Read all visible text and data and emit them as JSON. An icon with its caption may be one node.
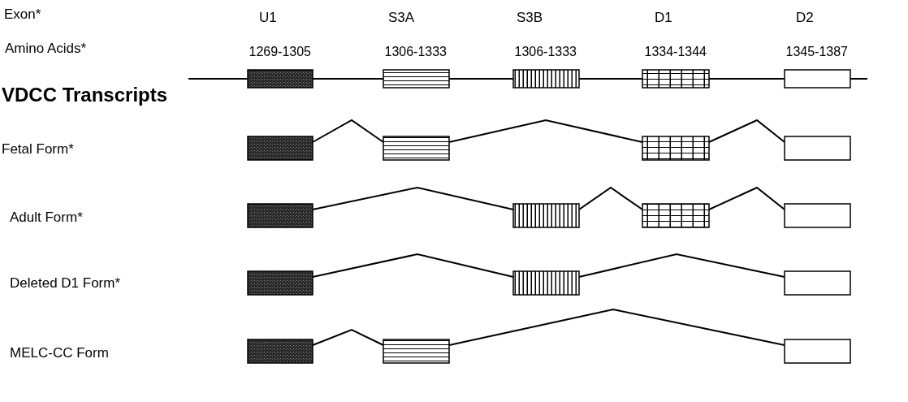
{
  "diagram": {
    "nodes": [
      {
        "text": [],
        "shape": "box"
      },
      {
        "text": [],
        "shape": "box"
      },
      {
        "text": [],
        "shape": "box"
      },
      {
        "text": [],
        "shape": "box"
      },
      {
        "text": [],
        "shape": "box"
      },
      {
        "text": [],
        "shape": "box"
      },
      {
        "text": [],
        "shape": "box"
      },
      {
        "text": [],
        "shape": "box"
      },
      {
        "text": [],
        "shape": "box"
      },
      {
        "text": [],
        "shape": "box"
      },
      {
        "text": [],
        "shape": "box"
      },
      {
        "text": [],
        "shape": "box"
      },
      {
        "text": [],
        "shape": "box"
      },
      {
        "text": [],
        "shape": "box"
      },
      {
        "text": [],
        "shape": "box"
      },
      {
        "text": [],
        "shape": "box"
      },
      {
        "text": [],
        "shape": "box"
      },
      {
        "text": [],
        "shape": "box"
      },
      {
        "text": [],
        "shape": "box"
      }
    ],
    "edges": [
      {
        "from": null,
        "to": 0,
        "arrow": "none"
      },
      {
        "from": 0,
        "to": 1,
        "arrow": "none"
      },
      {
        "from": 1,
        "to": 2,
        "arrow": "none"
      },
      {
        "from": 2,
        "to": 3,
        "arrow": "none"
      },
      {
        "from": 3,
        "to": 4,
        "arrow": "none"
      },
      {
        "from": 4,
        "to": null,
        "arrow": "none"
      },
      {
        "from": 5,
        "to": 6,
        "arrow": "none"
      },
      {
        "from": 6,
        "to": 7,
        "arrow": "none"
      },
      {
        "from": 7,
        "to": 8,
        "arrow": "none"
      },
      {
        "from": 9,
        "to": 10,
        "arrow": "none"
      },
      {
        "from": 10,
        "to": 11,
        "arrow": "none"
      },
      {
        "from": 11,
        "to": 12,
        "arrow": "none"
      },
      {
        "from": 13,
        "to": 14,
        "arrow": "none"
      },
      {
        "from": 14,
        "to": 15,
        "arrow": "none"
      },
      {
        "from": 16,
        "to": 17,
        "arrow": "none"
      },
      {
        "from": 17,
        "to": 18,
        "arrow": "none"
      }
    ],
    "labels": [
      "Exon*",
      "U1",
      "S3A",
      "S3B",
      "D1",
      "D2",
      "Amino Acids*",
      "1269-1305",
      "1306-1333",
      "1306-1333",
      "1334-1344",
      "1345-1387",
      "VDCC Transcripts",
      "Fetal Form*",
      "Adult Form*",
      "Deleted D1 Form*",
      "MELC-CC Form"
    ]
  }
}
